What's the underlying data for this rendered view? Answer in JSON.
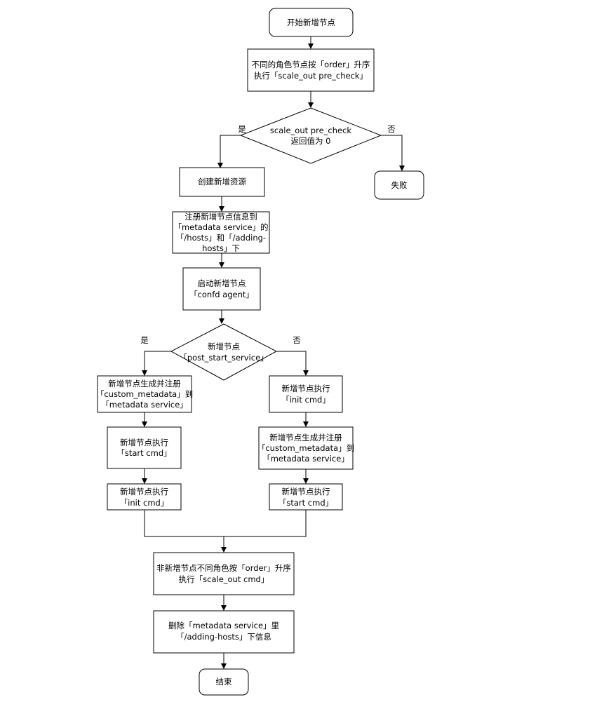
{
  "nodes": {
    "start": {
      "text": "开始新增节点"
    },
    "precheck": {
      "line1": "不同的角色节点按「order」升序",
      "line2": "执行「scale_out pre_check」"
    },
    "decision1": {
      "line1": "scale_out pre_check",
      "line2": "返回值为 0"
    },
    "fail": {
      "text": "失败"
    },
    "create": {
      "text": "创建新增资源"
    },
    "register": {
      "line1": "注册新增节点信息到",
      "line2": "「metadata service」的",
      "line3": "「/hosts」和「/adding-",
      "line4": "hosts」下"
    },
    "startAgent": {
      "line1": "启动新增节点",
      "line2": "「confd agent」"
    },
    "decision2": {
      "line1": "新增节点",
      "line2": "「post_start_service」"
    },
    "leftGen": {
      "line1": "新增节点生成并注册",
      "line2": "「custom_metadata」到",
      "line3": "「metadata service」"
    },
    "leftStart": {
      "line1": "新增节点执行",
      "line2": "「start cmd」"
    },
    "leftInit": {
      "line1": "新增节点执行",
      "line2": "「init cmd」"
    },
    "rightInit": {
      "line1": "新增节点执行",
      "line2": "「init cmd」"
    },
    "rightGen": {
      "line1": "新增节点生成并注册",
      "line2": "「custom_metadata」到",
      "line3": "「metadata service」"
    },
    "rightStart": {
      "line1": "新增节点执行",
      "line2": "「start cmd」"
    },
    "scaleOut": {
      "line1": "非新增节点不同角色按「order」升序",
      "line2": "执行「scale_out cmd」"
    },
    "delete": {
      "line1": "删除「metadata service」里",
      "line2": "「/adding-hosts」下信息"
    },
    "end": {
      "text": "结束"
    }
  },
  "labels": {
    "d1_yes": "是",
    "d1_no": "否",
    "d2_yes": "是",
    "d2_no": "否"
  }
}
